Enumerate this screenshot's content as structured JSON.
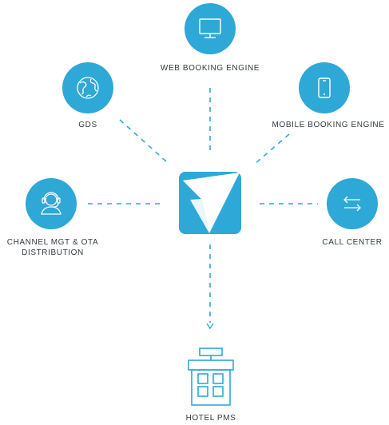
{
  "colors": {
    "accent": "#2ea8d6",
    "text": "#333b40",
    "connector": "#2ea8d6"
  },
  "nodes": {
    "web": {
      "label": "WEB BOOKING ENGINE",
      "icon": "monitor-icon"
    },
    "gds": {
      "label": "GDS",
      "icon": "globe-icon"
    },
    "mobile": {
      "label": "MOBILE BOOKING ENGINE",
      "icon": "mobile-phone-icon"
    },
    "channel": {
      "label_line1": "CHANNEL MGT & OTA",
      "label_line2": "DISTRIBUTION",
      "icon": "headset-agent-icon"
    },
    "call": {
      "label": "CALL CENTER",
      "icon": "exchange-arrows-icon"
    },
    "hotel": {
      "label": "HOTEL PMS",
      "icon": "hotel-building-icon"
    },
    "hub": {
      "icon": "paper-plane-logo-icon"
    }
  }
}
